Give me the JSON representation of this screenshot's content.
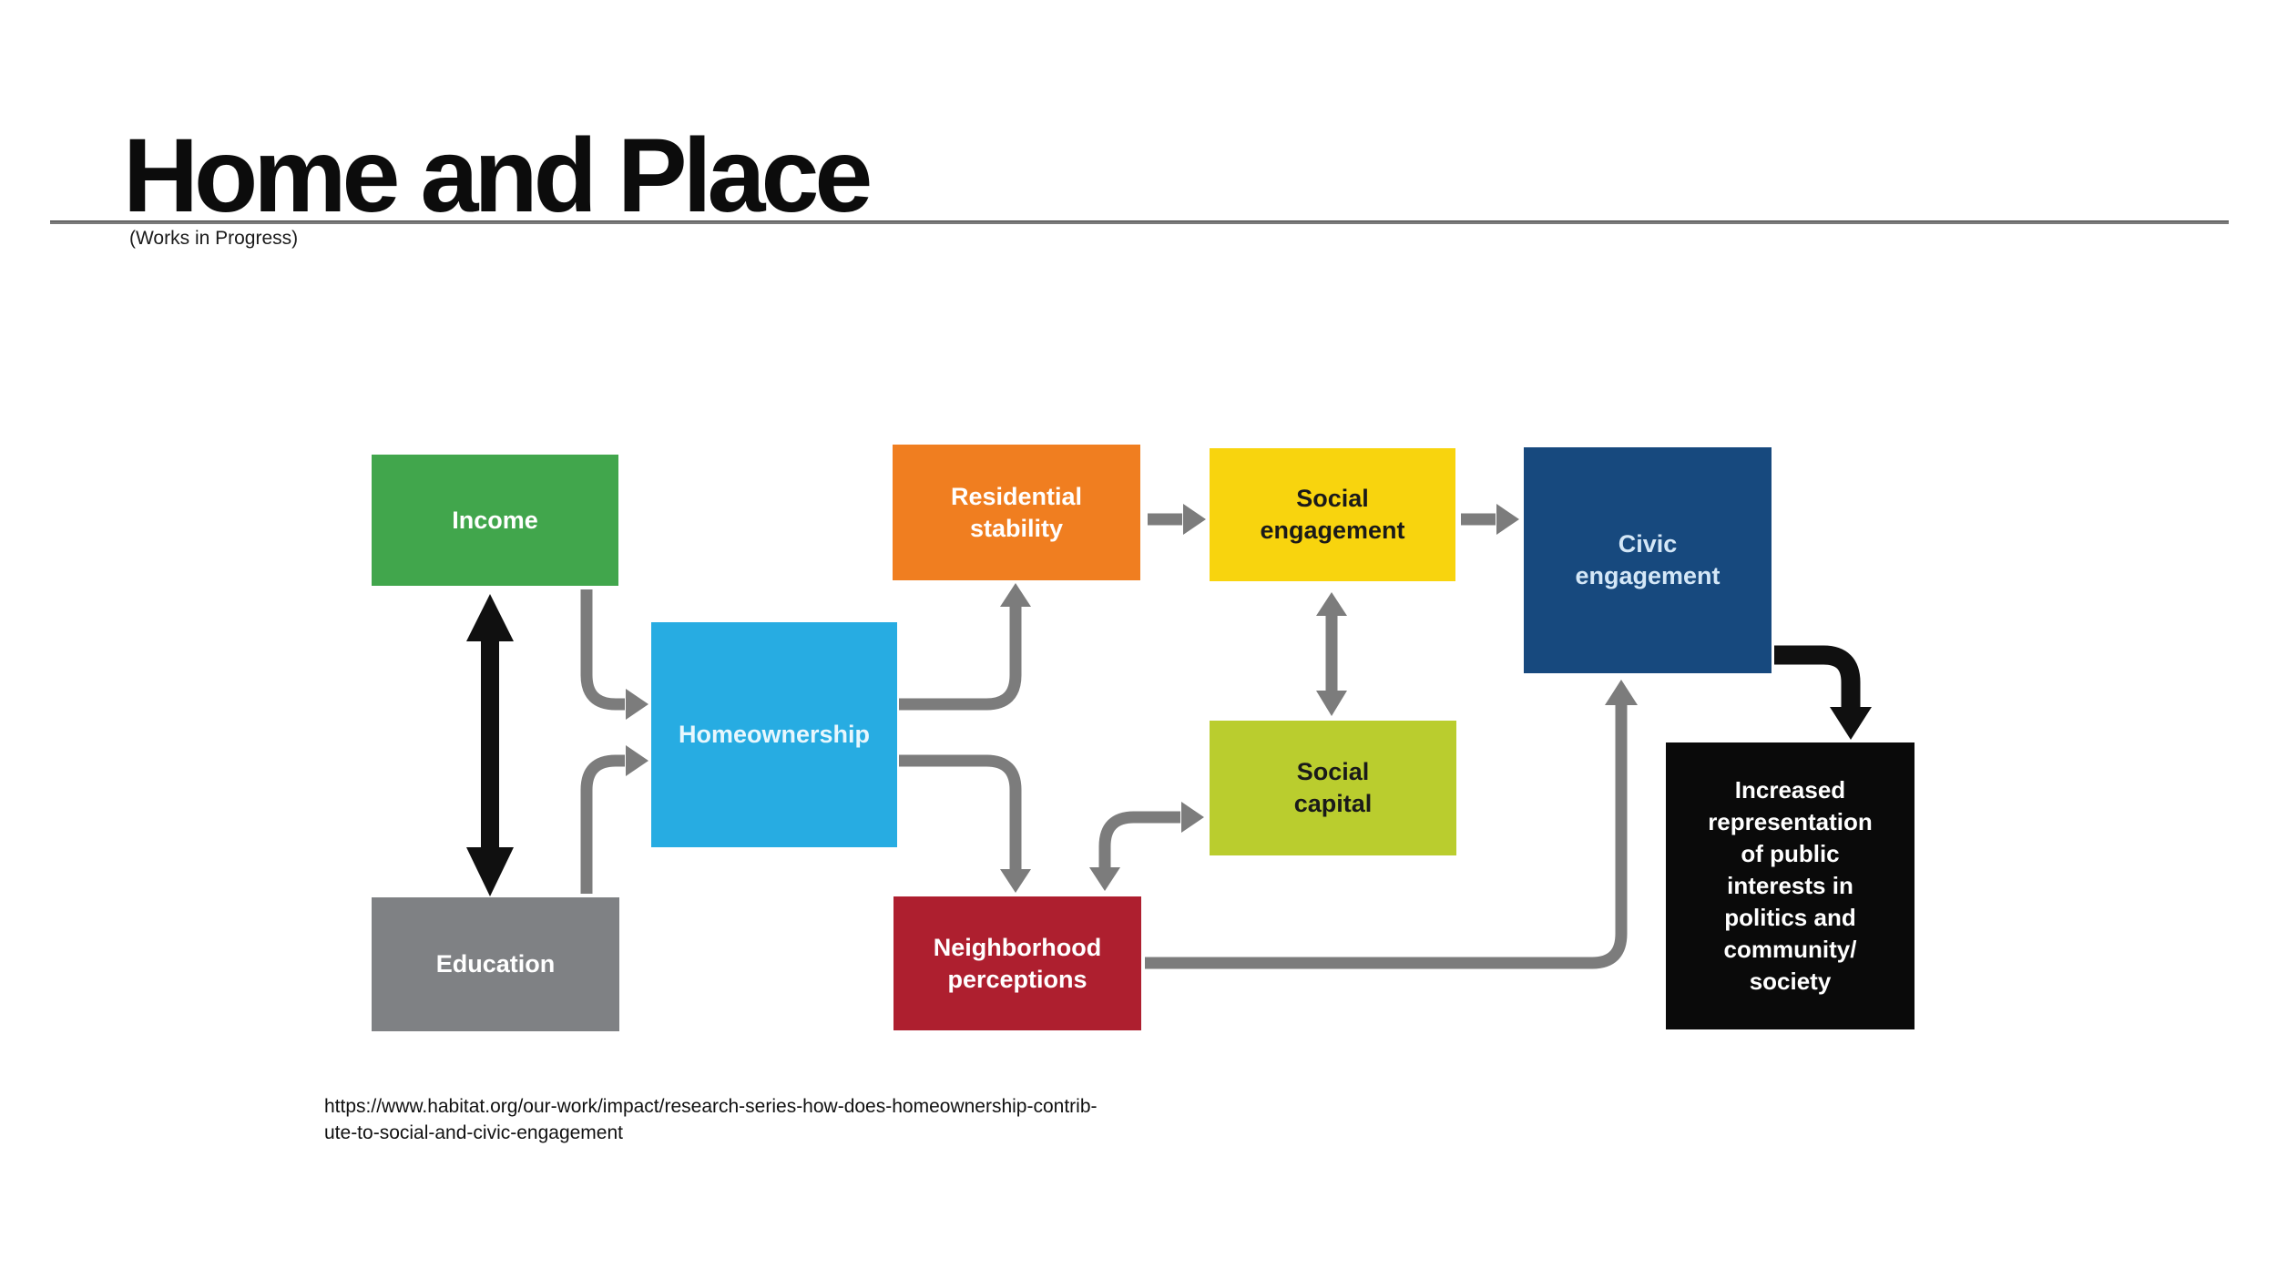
{
  "header": {
    "title": "Home and Place",
    "subtitle": "(Works in Progress)"
  },
  "diagram": {
    "boxes": {
      "income": {
        "label": "Income",
        "color": "#41A64C",
        "text_color": "#FFFFFF"
      },
      "education": {
        "label": "Education",
        "color": "#7F8184",
        "text_color": "#FFFFFF"
      },
      "homeownership": {
        "label": "Homeownership",
        "color": "#27ACE2",
        "text_color": "#E8F7FD"
      },
      "residential_stability": {
        "label": "Residential\nstability",
        "color": "#F07E20",
        "text_color": "#FFFFFF"
      },
      "social_engagement": {
        "label": "Social\nengagement",
        "color": "#F8D40E",
        "text_color": "#1A1A1A"
      },
      "social_capital": {
        "label": "Social\ncapital",
        "color": "#BACD2E",
        "text_color": "#1A1A1A"
      },
      "civic_engagement": {
        "label": "Civic\nengagement",
        "color": "#17497E",
        "text_color": "#D4E7F7"
      },
      "neighborhood_perceptions": {
        "label": "Neighborhood\nperceptions",
        "color": "#AE1F2F",
        "text_color": "#FFFFFF"
      },
      "increased_representation": {
        "label": "Increased\nrepresentation\nof public\ninterests in\npolitics and\ncommunity/\nsociety",
        "color": "#0A0A0A",
        "text_color": "#FFFFFF"
      }
    },
    "arrows": [
      {
        "from": "Income",
        "to": "Education",
        "direction": "bidirectional",
        "color": "#101010"
      },
      {
        "from": "Income",
        "to": "Homeownership",
        "direction": "one-way",
        "color": "#7C7C7C"
      },
      {
        "from": "Education",
        "to": "Homeownership",
        "direction": "one-way",
        "color": "#7C7C7C"
      },
      {
        "from": "Homeownership",
        "to": "Residential stability",
        "direction": "one-way",
        "color": "#7C7C7C"
      },
      {
        "from": "Homeownership",
        "to": "Neighborhood perceptions",
        "direction": "one-way",
        "color": "#7C7C7C"
      },
      {
        "from": "Neighborhood perceptions",
        "to": "Social capital",
        "direction": "bidirectional",
        "color": "#7C7C7C"
      },
      {
        "from": "Residential stability",
        "to": "Social engagement",
        "direction": "one-way",
        "color": "#7C7C7C"
      },
      {
        "from": "Social engagement",
        "to": "Civic engagement",
        "direction": "one-way",
        "color": "#7C7C7C"
      },
      {
        "from": "Social engagement",
        "to": "Social capital",
        "direction": "bidirectional",
        "color": "#7C7C7C"
      },
      {
        "from": "Neighborhood perceptions",
        "to": "Civic engagement",
        "direction": "one-way",
        "color": "#7C7C7C"
      },
      {
        "from": "Civic engagement",
        "to": "Increased representation",
        "direction": "one-way",
        "color": "#101010"
      }
    ]
  },
  "citation": {
    "url": "https://www.habitat.org/our-work/impact/research-series-how-does-homeownership-contrib-\nute-to-social-and-civic-engagement"
  }
}
